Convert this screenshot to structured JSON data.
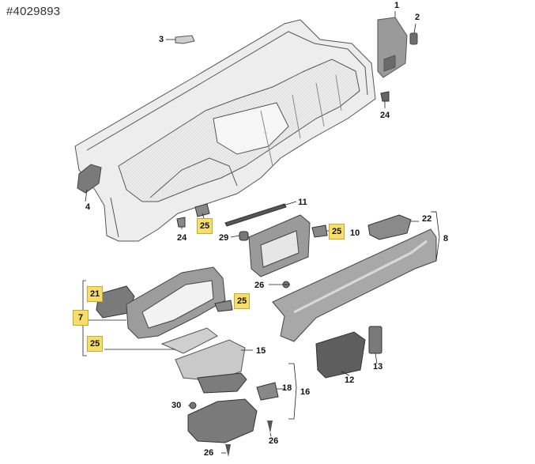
{
  "image_id": "#4029893",
  "colors": {
    "highlight": "#f7de6a",
    "part_fill": "#ececec",
    "part_stroke": "#555555",
    "dark_part": "#6e6e6e"
  },
  "callouts": [
    {
      "id": "c1",
      "label": "1",
      "highlighted": false
    },
    {
      "id": "c2",
      "label": "2",
      "highlighted": false
    },
    {
      "id": "c3",
      "label": "3",
      "highlighted": false
    },
    {
      "id": "c4",
      "label": "4",
      "highlighted": false
    },
    {
      "id": "c24a",
      "label": "24",
      "highlighted": false
    },
    {
      "id": "c11",
      "label": "11",
      "highlighted": false
    },
    {
      "id": "c25a",
      "label": "25",
      "highlighted": true
    },
    {
      "id": "c24b",
      "label": "24",
      "highlighted": false
    },
    {
      "id": "c29",
      "label": "29",
      "highlighted": false
    },
    {
      "id": "c25b",
      "label": "25",
      "highlighted": true
    },
    {
      "id": "c10",
      "label": "10",
      "highlighted": false
    },
    {
      "id": "c22",
      "label": "22",
      "highlighted": false
    },
    {
      "id": "c8",
      "label": "8",
      "highlighted": false
    },
    {
      "id": "c26a",
      "label": "26",
      "highlighted": false
    },
    {
      "id": "c21",
      "label": "21",
      "highlighted": true
    },
    {
      "id": "c25c",
      "label": "25",
      "highlighted": true
    },
    {
      "id": "c7",
      "label": "7",
      "highlighted": true
    },
    {
      "id": "c25d",
      "label": "25",
      "highlighted": true
    },
    {
      "id": "c15",
      "label": "15",
      "highlighted": false
    },
    {
      "id": "c12",
      "label": "12",
      "highlighted": false
    },
    {
      "id": "c13",
      "label": "13",
      "highlighted": false
    },
    {
      "id": "c18",
      "label": "18",
      "highlighted": false
    },
    {
      "id": "c16",
      "label": "16",
      "highlighted": false
    },
    {
      "id": "c30",
      "label": "30",
      "highlighted": false
    },
    {
      "id": "c26b",
      "label": "26",
      "highlighted": false
    },
    {
      "id": "c26c",
      "label": "26",
      "highlighted": false
    }
  ]
}
